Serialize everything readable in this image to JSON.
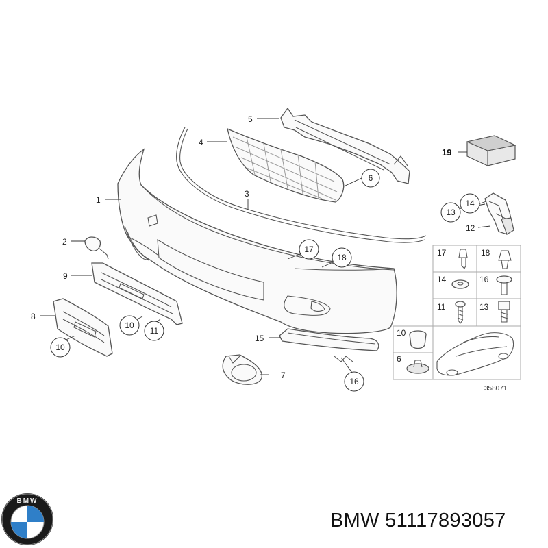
{
  "diagram_code": "358071",
  "brand": "BMW",
  "part_number": "51117893057",
  "callouts": {
    "c1": "1",
    "c2": "2",
    "c3": "3",
    "c4": "4",
    "c5": "5",
    "c6": "6",
    "c7": "7",
    "c8": "8",
    "c9": "9",
    "c10a": "10",
    "c10b": "10",
    "c11": "11",
    "c12": "12",
    "c13": "13",
    "c14": "14",
    "c15": "15",
    "c16": "16",
    "c17": "17",
    "c18": "18",
    "c19": "19"
  },
  "hardware_grid": {
    "g17": "17",
    "g18": "18",
    "g14": "14",
    "g16": "16",
    "g11": "11",
    "g13": "13",
    "g10": "10",
    "g6": "6"
  },
  "colors": {
    "line": "#555555",
    "text": "#222222"
  },
  "logo": {
    "letters": "BMW"
  }
}
